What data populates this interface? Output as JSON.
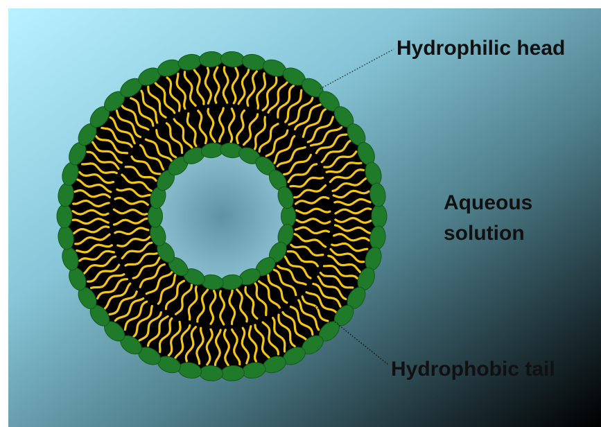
{
  "diagram": {
    "labels": {
      "head": "Hydrophilic head",
      "solution_line1": "Aqueous",
      "solution_line2": "solution",
      "tail": "Hydrophobic tail"
    },
    "colors": {
      "background_light": "#aee8f8",
      "background_dark": "#000000",
      "core": "#000000",
      "tail": "#f5c518",
      "head": "#1f7a2a",
      "head_dark": "#135a1c",
      "interior": "#6fa9bd",
      "label": "#111111"
    },
    "structure": {
      "type": "liposome",
      "outer_head_count": 46,
      "inner_head_count": 22
    }
  }
}
